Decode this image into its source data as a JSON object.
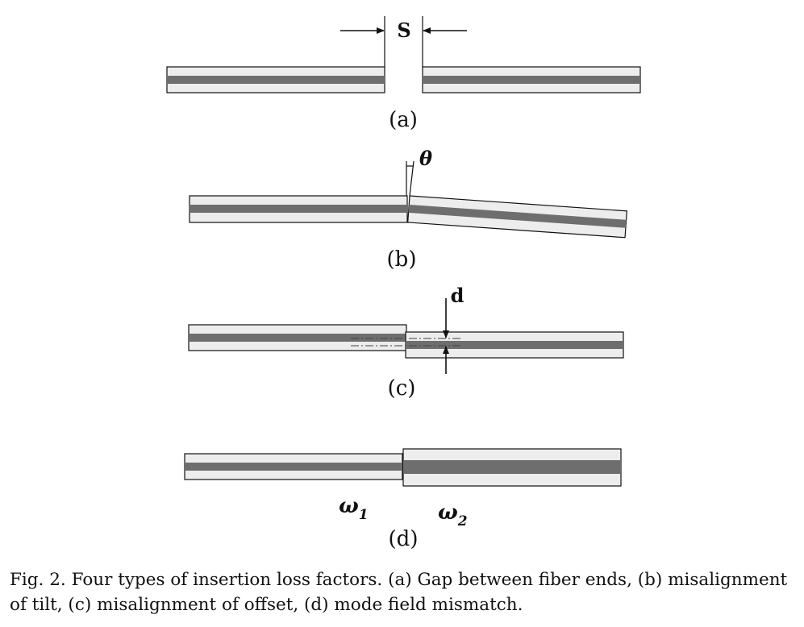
{
  "panels": {
    "a": {
      "label": "(a)",
      "gap_symbol": "S"
    },
    "b": {
      "label": "(b)",
      "angle_symbol": "θ"
    },
    "c": {
      "label": "(c)",
      "offset_symbol": "d"
    },
    "d": {
      "label": "(d)",
      "mode_field_1": "ω",
      "mode_field_1_sub": "1",
      "mode_field_2": "ω",
      "mode_field_2_sub": "2"
    }
  },
  "caption": "Fig. 2. Four types of insertion loss factors. (a) Gap between fiber ends, (b) misalignment of tilt, (c) misalignment of offset, (d) mode field mismatch.",
  "colors": {
    "cladding": "#ededed",
    "core": "#6e6e6e",
    "outline": "#111111"
  }
}
